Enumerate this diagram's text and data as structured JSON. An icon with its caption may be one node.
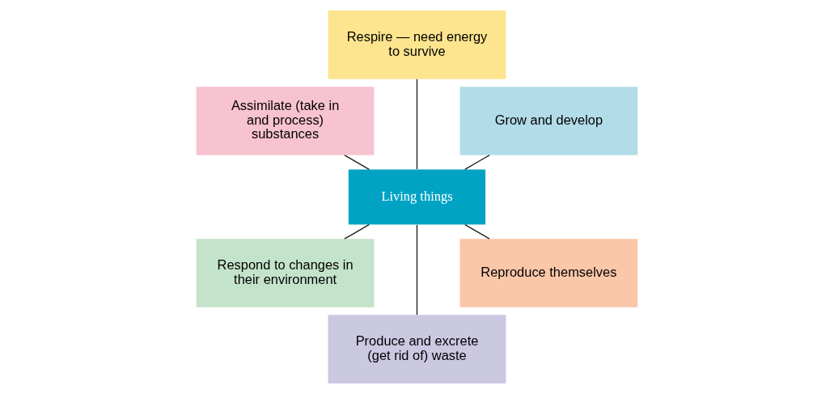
{
  "diagram": {
    "nodes": [
      {
        "text": [
          "Grow and develop"
        ]
      },
      {
        "text": [
          "Respire — need energy to survive"
        ]
      },
      {
        "text": [
          "Assimilate (take in and process) substances"
        ]
      },
      {
        "text": [
          "Living things"
        ]
      },
      {
        "text": [
          "Respond to changes in their environment"
        ]
      },
      {
        "text": [
          "Produce and excrete (get rid of) waste"
        ]
      },
      {
        "text": [
          "Reproduce themselves"
        ]
      }
    ],
    "edges": [
      {
        "from": 3,
        "to": 0,
        "arrow": "none"
      },
      {
        "from": 3,
        "to": 1,
        "arrow": "none"
      },
      {
        "from": 3,
        "to": 2,
        "arrow": "none"
      },
      {
        "from": 3,
        "to": 4,
        "arrow": "none"
      },
      {
        "from": 3,
        "to": 5,
        "arrow": "none"
      },
      {
        "from": 3,
        "to": 6,
        "arrow": "none"
      }
    ]
  }
}
